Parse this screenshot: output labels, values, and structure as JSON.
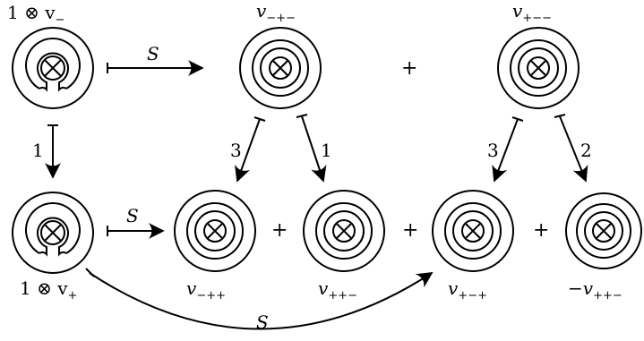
{
  "labels": {
    "top_left": "1 ⊗ v",
    "top_left_sub": "−",
    "top_mid": "v",
    "top_mid_sub": "−+−",
    "top_right": "v",
    "top_right_sub": "+−−",
    "bottom_left": "1 ⊗ v",
    "bottom_left_sub": "+",
    "b1": "v",
    "b1_sub": "−++",
    "b2": "v",
    "b2_sub": "++−",
    "b3": "v",
    "b3_sub": "+−+",
    "b4": "−v",
    "b4_sub": "++−"
  },
  "arrows": {
    "s_top": "S",
    "s_bottom": "S",
    "s_curve": "S",
    "vertical": "1",
    "mid_left": "3",
    "mid_right": "1",
    "right_left": "3",
    "right_right": "2"
  },
  "plus": "+"
}
